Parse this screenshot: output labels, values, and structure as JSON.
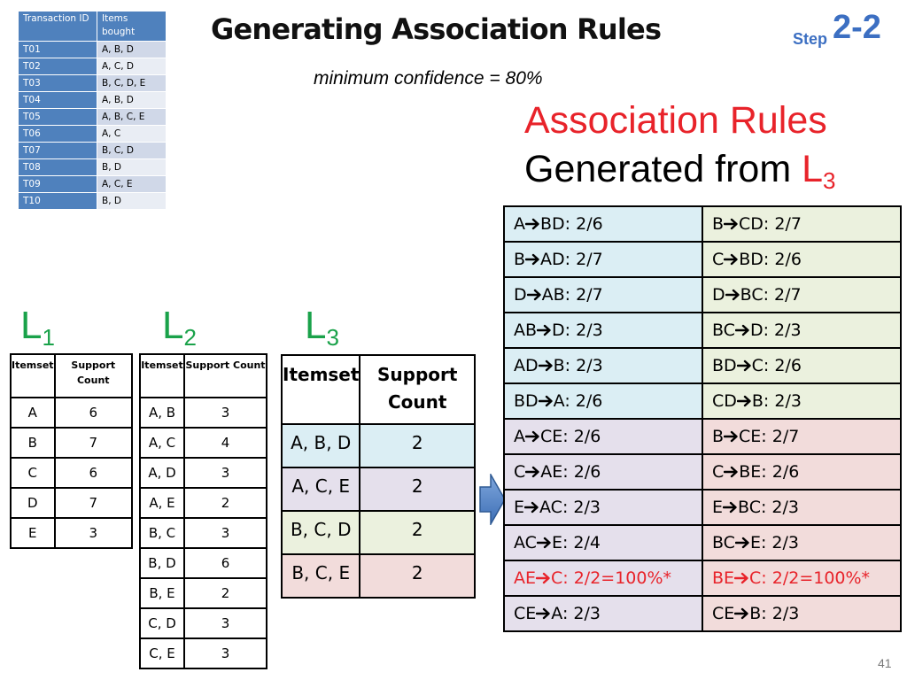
{
  "transactions": {
    "headers": [
      "Transaction ID",
      "Items bought"
    ],
    "rows": [
      {
        "id": "T01",
        "items": "A, B, D"
      },
      {
        "id": "T02",
        "items": "A, C, D"
      },
      {
        "id": "T03",
        "items": "B, C, D, E"
      },
      {
        "id": "T04",
        "items": "A, B, D"
      },
      {
        "id": "T05",
        "items": "A, B, C, E"
      },
      {
        "id": "T06",
        "items": "A, C"
      },
      {
        "id": "T07",
        "items": "B, C, D"
      },
      {
        "id": "T08",
        "items": "B, D"
      },
      {
        "id": "T09",
        "items": "A, C, E"
      },
      {
        "id": "T10",
        "items": "B, D"
      }
    ]
  },
  "title": "Generating Association Rules",
  "step": {
    "word": "Step",
    "number": "2-2"
  },
  "min_confidence": "minimum confidence = 80%",
  "rules_heading": {
    "line1": "Association Rules",
    "line2": "Generated from ",
    "L": "L",
    "sub": "3"
  },
  "L1": {
    "label": "L",
    "sub": "1",
    "headers": [
      "Itemset",
      "Support Count"
    ],
    "rows": [
      [
        "A",
        "6"
      ],
      [
        "B",
        "7"
      ],
      [
        "C",
        "6"
      ],
      [
        "D",
        "7"
      ],
      [
        "E",
        "3"
      ]
    ]
  },
  "L2": {
    "label": "L",
    "sub": "2",
    "headers": [
      "Itemset",
      "Support Count"
    ],
    "rows": [
      [
        "A, B",
        "3"
      ],
      [
        "A, C",
        "4"
      ],
      [
        "A, D",
        "3"
      ],
      [
        "A, E",
        "2"
      ],
      [
        "B, C",
        "3"
      ],
      [
        "B, D",
        "6"
      ],
      [
        "B, E",
        "2"
      ],
      [
        "C, D",
        "3"
      ],
      [
        "C, E",
        "3"
      ]
    ]
  },
  "L3": {
    "label": "L",
    "sub": "3",
    "headers": [
      "Itemset",
      "Support Count"
    ],
    "rows": [
      [
        "A, B, D",
        "2"
      ],
      [
        "A, C, E",
        "2"
      ],
      [
        "B, C, D",
        "2"
      ],
      [
        "B, C, E",
        "2"
      ]
    ]
  },
  "rules": [
    {
      "left": {
        "a": "A",
        "b": "BD: 2/6"
      },
      "right": {
        "a": "B",
        "b": "CD: 2/7"
      },
      "bgL": "#dbeef4",
      "bgR": "#ebf1de"
    },
    {
      "left": {
        "a": "B",
        "b": "AD: 2/7"
      },
      "right": {
        "a": "C",
        "b": "BD: 2/6"
      },
      "bgL": "#dbeef4",
      "bgR": "#ebf1de"
    },
    {
      "left": {
        "a": "D",
        "b": "AB: 2/7"
      },
      "right": {
        "a": "D",
        "b": "BC: 2/7"
      },
      "bgL": "#dbeef4",
      "bgR": "#ebf1de"
    },
    {
      "left": {
        "a": "AB",
        "b": "D: 2/3"
      },
      "right": {
        "a": "BC",
        "b": "D: 2/3"
      },
      "bgL": "#dbeef4",
      "bgR": "#ebf1de"
    },
    {
      "left": {
        "a": "AD",
        "b": "B: 2/3"
      },
      "right": {
        "a": "BD",
        "b": "C: 2/6"
      },
      "bgL": "#dbeef4",
      "bgR": "#ebf1de"
    },
    {
      "left": {
        "a": "BD",
        "b": "A: 2/6"
      },
      "right": {
        "a": "CD",
        "b": "B: 2/3"
      },
      "bgL": "#dbeef4",
      "bgR": "#ebf1de"
    },
    {
      "left": {
        "a": "A",
        "b": "CE: 2/6"
      },
      "right": {
        "a": "B",
        "b": "CE: 2/7"
      },
      "bgL": "#e5e0ec",
      "bgR": "#f2dcdb"
    },
    {
      "left": {
        "a": "C",
        "b": "AE: 2/6"
      },
      "right": {
        "a": "C",
        "b": "BE: 2/6"
      },
      "bgL": "#e5e0ec",
      "bgR": "#f2dcdb"
    },
    {
      "left": {
        "a": "E",
        "b": "AC: 2/3"
      },
      "right": {
        "a": "E",
        "b": "BC: 2/3"
      },
      "bgL": "#e5e0ec",
      "bgR": "#f2dcdb"
    },
    {
      "left": {
        "a": "AC",
        "b": "E: 2/4"
      },
      "right": {
        "a": "BC",
        "b": "E: 2/3"
      },
      "bgL": "#e5e0ec",
      "bgR": "#f2dcdb"
    },
    {
      "left": {
        "a": "AE",
        "b": "C: 2/2=100%*",
        "red": true
      },
      "right": {
        "a": "BE",
        "b": "C: 2/2=100%*",
        "red": true
      },
      "bgL": "#e5e0ec",
      "bgR": "#f2dcdb"
    },
    {
      "left": {
        "a": "CE",
        "b": "A: 2/3"
      },
      "right": {
        "a": "CE",
        "b": "B: 2/3"
      },
      "bgL": "#e5e0ec",
      "bgR": "#f2dcdb"
    }
  ],
  "colors": {
    "accent_red": "#e8232a",
    "level_green": "#1aa24a",
    "step_blue": "#3c6fc2",
    "header_blue": "#4f81bd"
  },
  "page_number": "41"
}
